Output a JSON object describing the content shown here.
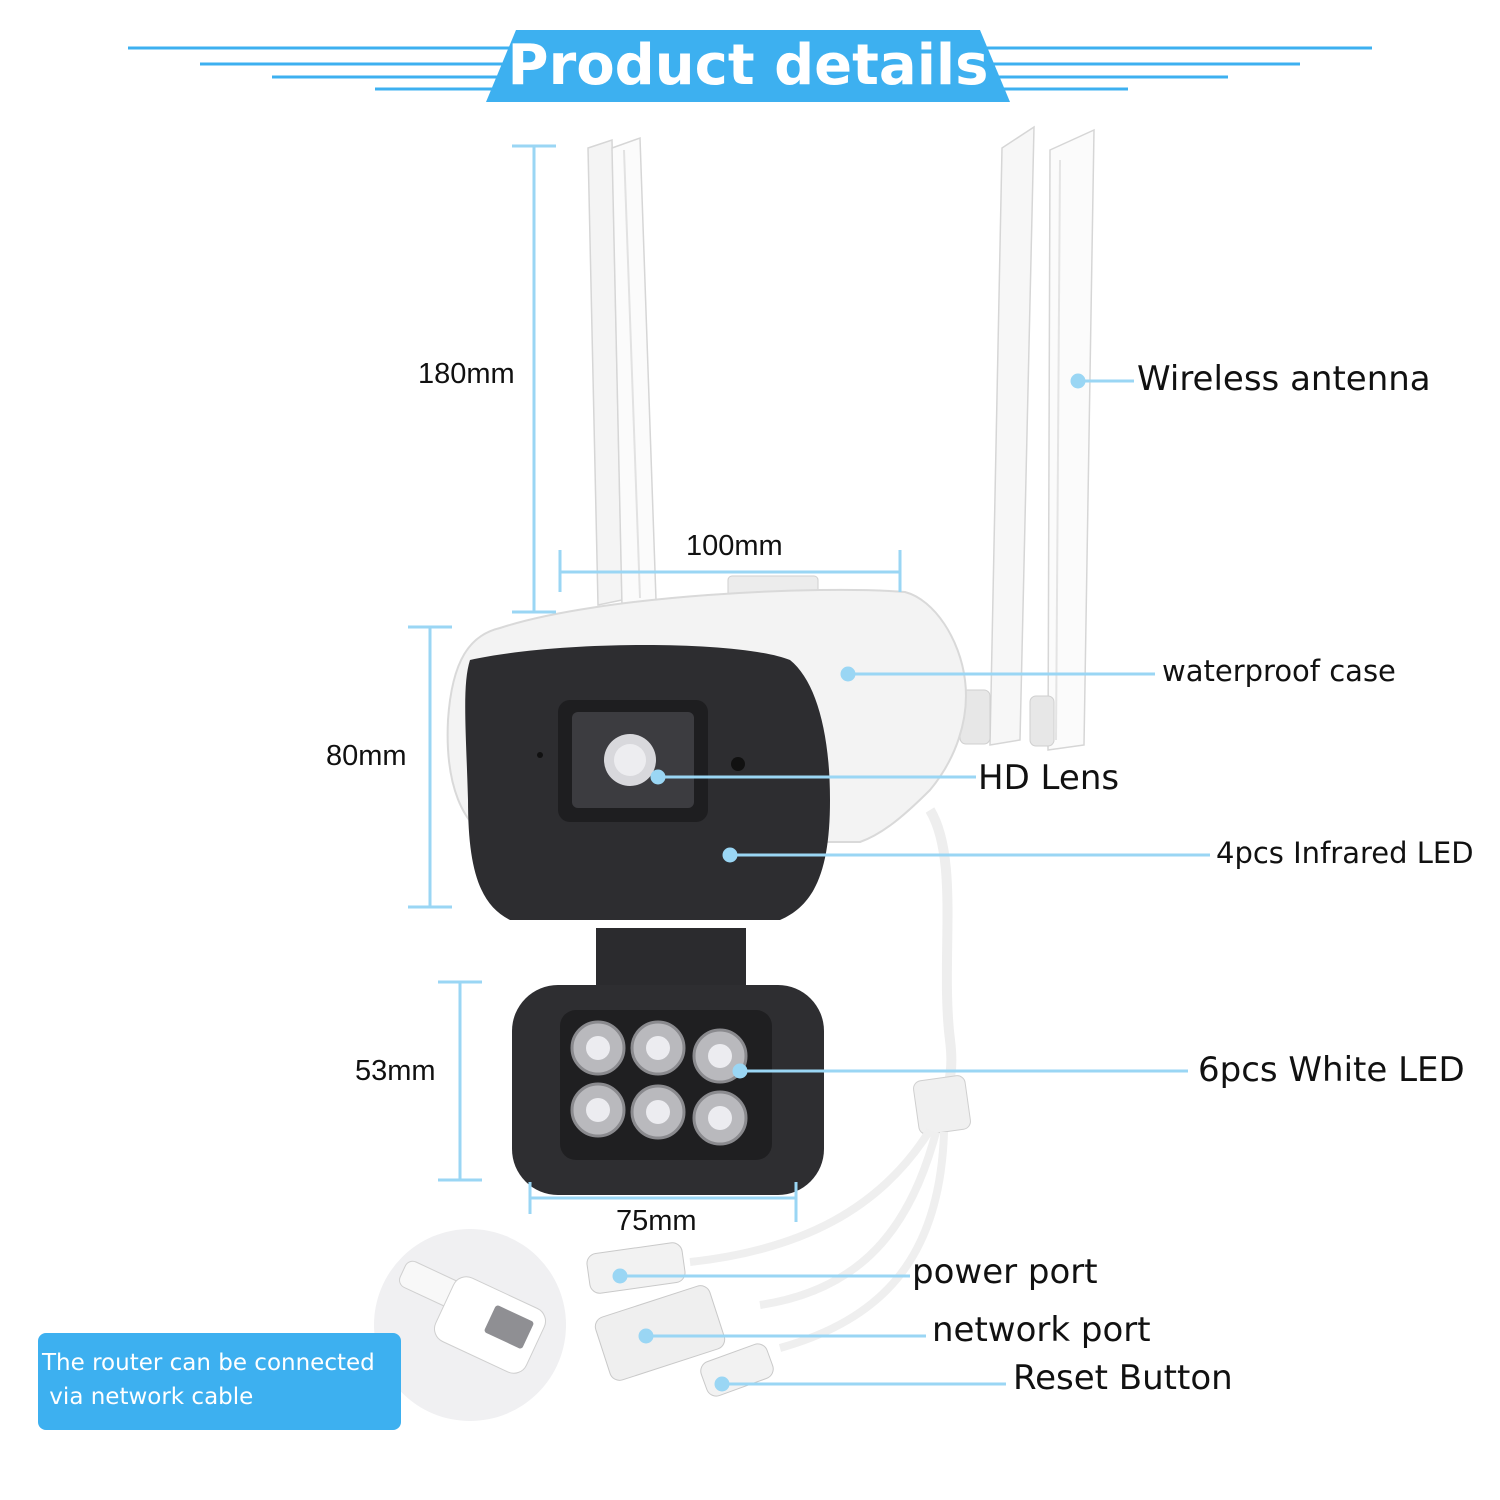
{
  "header": {
    "title": "Product details"
  },
  "dimensions": {
    "antenna_height": "180mm",
    "top_width": "100mm",
    "body_height": "80mm",
    "led_module_height": "53mm",
    "led_module_width": "75mm"
  },
  "callouts": {
    "wireless_antenna": "Wireless antenna",
    "waterproof_case": "waterproof case",
    "hd_lens": "HD Lens",
    "infrared_led": "4pcs Infrared LED",
    "white_led": "6pcs White LED",
    "power_port": "power port",
    "network_port": "network port",
    "reset_button": "Reset Button"
  },
  "note": {
    "text": "The router can be connected\n via network cable"
  },
  "colors": {
    "accent": "#3db0f0",
    "line": "#9ad6f4",
    "camera_body": "#f2f2f2",
    "camera_face": "#2a2a2c"
  }
}
